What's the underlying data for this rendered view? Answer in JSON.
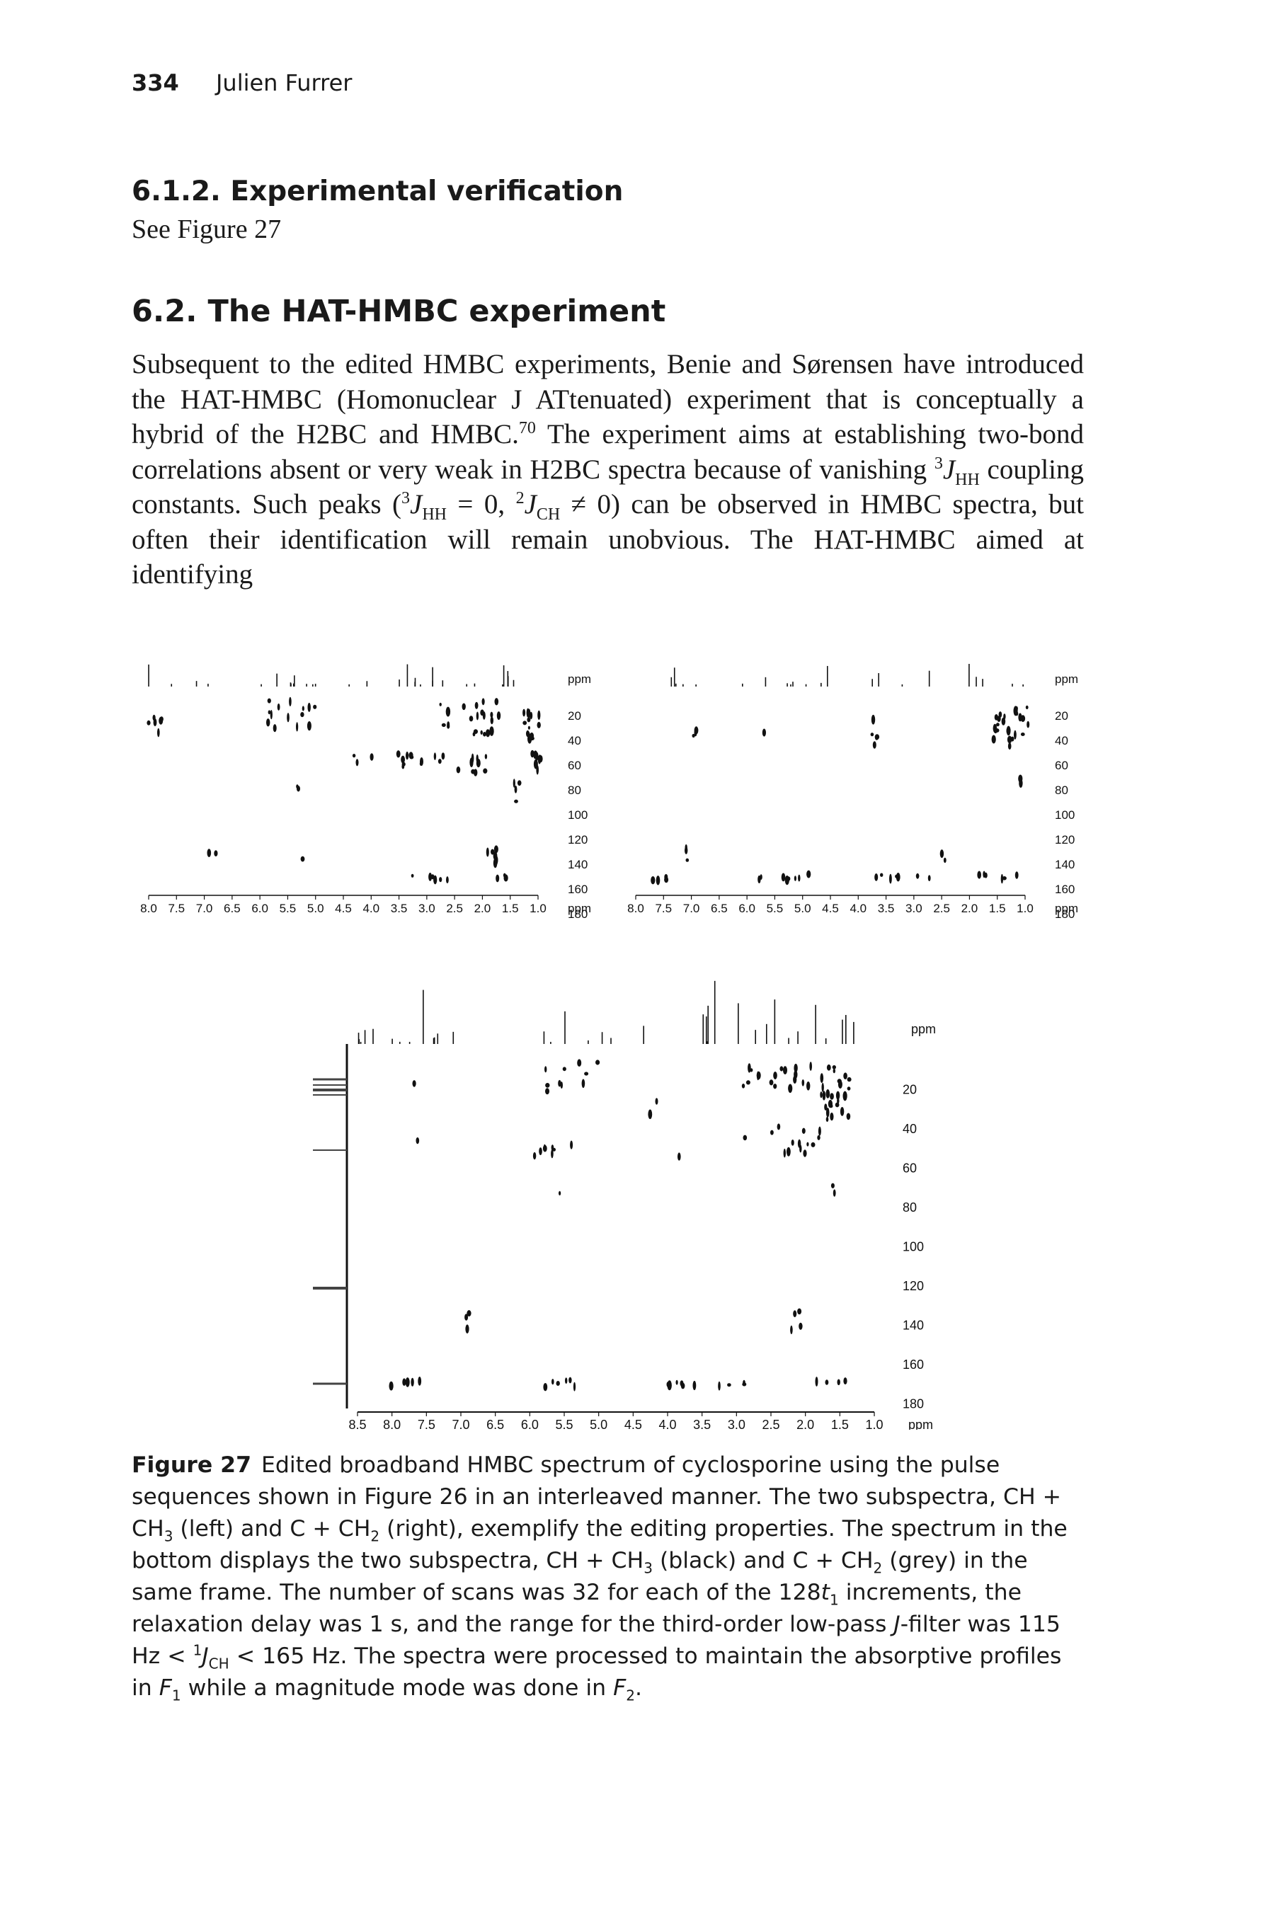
{
  "header": {
    "page_number": "334",
    "author": "Julien Furrer"
  },
  "section_612": {
    "title": "6.1.2. Experimental verification",
    "text": "See Figure 27"
  },
  "section_62": {
    "title": "6.2. The HAT-HMBC experiment"
  },
  "paragraph": {
    "p1": "Subsequent to the edited HMBC experiments, Benie and Sørensen have introduced the HAT-HMBC (Homonuclear J ATtenuated) experiment that is conceptually a hybrid of the H2BC and HMBC.",
    "ref": "70",
    "p2": " The experiment aims at establishing two-bond correlations absent or very weak in H2BC spectra because of vanishing ",
    "p3": " coupling constants. Such peaks (",
    "p4": " = 0, ",
    "p5": " ≠ 0) can be observed in HMBC spectra, but often their identification will remain unobvious. The HAT-HMBC aimed at identifying",
    "j_sym": "J",
    "sub_hh": "HH",
    "sub_ch": "CH",
    "sup3": "3",
    "sup2": "2"
  },
  "figure": {
    "ppm_label": "ppm",
    "f1_ticks": [
      "20",
      "40",
      "60",
      "80",
      "100",
      "120",
      "140",
      "160",
      "180"
    ],
    "left_f2_ticks": [
      "8.0",
      "7.5",
      "7.0",
      "6.5",
      "6.0",
      "5.5",
      "5.0",
      "4.5",
      "4.0",
      "3.5",
      "3.0",
      "2.5",
      "2.0",
      "1.5",
      "1.0"
    ],
    "bottom_f2_ticks": [
      "8.5",
      "8.0",
      "7.5",
      "7.0",
      "6.5",
      "6.0",
      "5.5",
      "5.0",
      "4.5",
      "4.0",
      "3.5",
      "3.0",
      "2.5",
      "2.0",
      "1.5",
      "1.0"
    ],
    "colors": {
      "ink": "#111111",
      "grey_subspectrum": "#777777"
    }
  },
  "caption": {
    "label": "Figure 27",
    "s1": "Edited broadband HMBC spectrum of cyclosporine using the pulse sequences shown in Figure 26 in an interleaved manner. The two subspectra, CH + CH",
    "s2": " (left) and C + CH",
    "s3": " (right), exemplify the editing properties. The spectrum in the bottom displays the two subspectra, CH + CH",
    "s4": " (black) and C + CH",
    "s5": " (grey) in the same frame. The number of scans was 32 for each of the 128",
    "s6": " increments, the relaxation delay was 1 s, and the range for the third-order low-pass ",
    "s7": "-filter was 115 Hz < ",
    "s8": " < 165 Hz. The spectra were processed to maintain the absorptive profiles in ",
    "s9": " while a magnitude mode was done in ",
    "s10": ".",
    "sub3": "3",
    "sub2": "2",
    "sub1": "1",
    "sup1": "1",
    "t": "t",
    "J": "J",
    "F": "F",
    "CH": "CH"
  }
}
